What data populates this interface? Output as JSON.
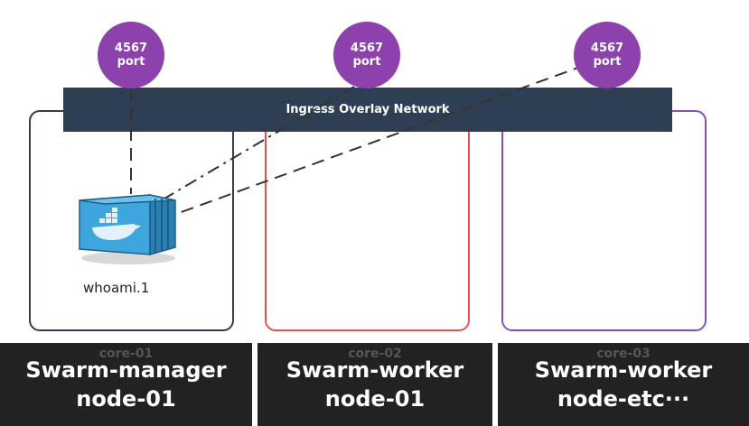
{
  "network": {
    "label": "Ingress Overlay Network"
  },
  "ports": [
    {
      "number": "4567",
      "label": "port"
    },
    {
      "number": "4567",
      "label": "port"
    },
    {
      "number": "4567",
      "label": "port"
    }
  ],
  "container": {
    "name": "whoami.1"
  },
  "nodes": [
    {
      "core": "core-01",
      "role": "Swarm-manager",
      "name": "node-01",
      "border_color": "#2f3e51"
    },
    {
      "core": "core-02",
      "role": "Swarm-worker",
      "name": "node-01",
      "border_color": "#e4514d"
    },
    {
      "core": "core-03",
      "role": "Swarm-worker",
      "name": "node-etc···",
      "border_color": "#8c4fb0"
    }
  ],
  "colors": {
    "port": "#8d41ad",
    "network_bar": "#2e3f53",
    "panel": "#222222",
    "container": "#3fa6dd"
  }
}
